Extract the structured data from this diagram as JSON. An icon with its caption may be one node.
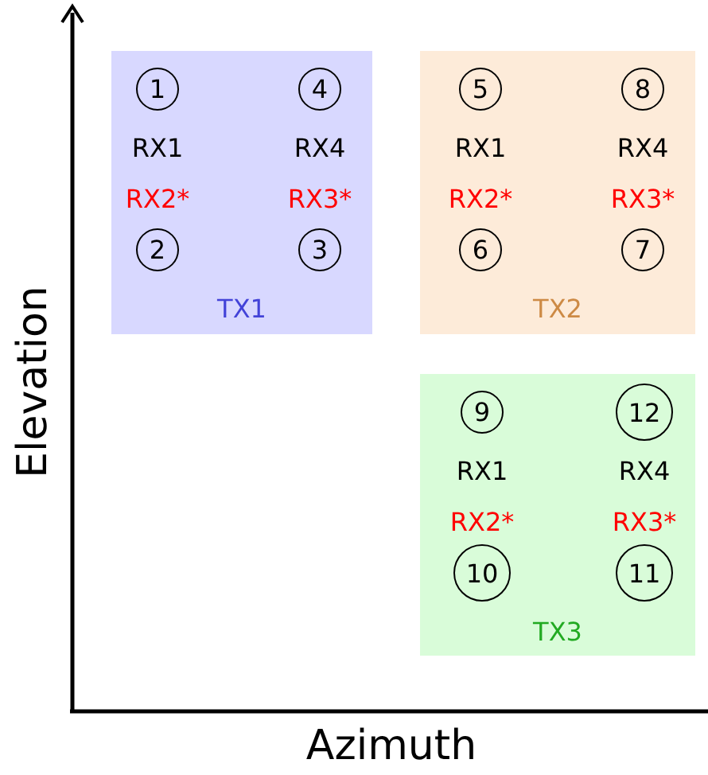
{
  "diagram": {
    "nodes": [
      {
        "text": [
          "RX1",
          "RX4",
          "RX2*",
          "RX3*",
          "TX1"
        ]
      },
      {
        "text": [
          "1"
        ],
        "in": 0
      },
      {
        "text": [
          "4"
        ],
        "in": 0
      },
      {
        "text": [
          "2"
        ],
        "in": 0
      },
      {
        "text": [
          "3"
        ],
        "in": 0
      },
      {
        "text": [
          "RX1",
          "RX4",
          "RX2*",
          "RX3*",
          "TX2"
        ]
      },
      {
        "text": [
          "5"
        ],
        "in": 5
      },
      {
        "text": [
          "8"
        ],
        "in": 5
      },
      {
        "text": [
          "6"
        ],
        "in": 5
      },
      {
        "text": [
          "7"
        ],
        "in": 5
      },
      {
        "text": [
          "RX1",
          "RX4",
          "RX2*",
          "RX3*",
          "TX3"
        ]
      },
      {
        "text": [
          "9"
        ],
        "in": 10
      },
      {
        "text": [
          "12"
        ],
        "in": 10
      },
      {
        "text": [
          "10"
        ],
        "in": 10
      },
      {
        "text": [
          "11"
        ],
        "in": 10
      }
    ],
    "edges": [],
    "labels": [
      "Elevation",
      "Azimuth"
    ]
  }
}
